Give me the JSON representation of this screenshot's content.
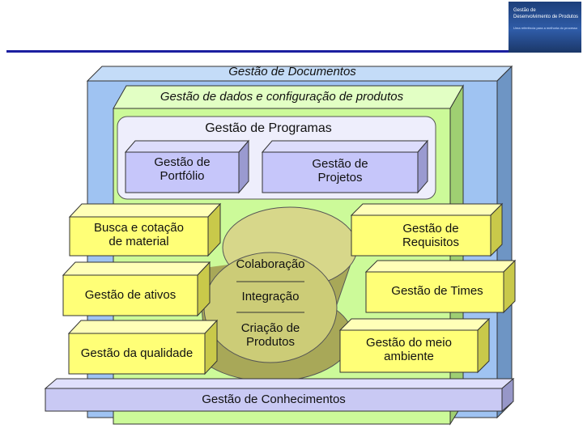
{
  "logo": {
    "line1": "Gestão de",
    "line2": "Desenvolvimento de Produtos",
    "line3": "Uma referência para a melhoria do processo"
  },
  "diagram": {
    "documents": "Gestão de Documentos",
    "product_data": "Gestão de dados e configuração de produtos",
    "programs": "Gestão de Programas",
    "portfolio": [
      "Gestão de",
      "Portfólio"
    ],
    "projects": [
      "Gestão de",
      "Projetos"
    ],
    "sourcing": [
      "Busca e cotação",
      "de material"
    ],
    "assets": "Gestão de ativos",
    "quality": "Gestão da qualidade",
    "requirements": [
      "Gestão de",
      "Requisitos"
    ],
    "teams": "Gestão de Times",
    "environment": [
      "Gestão do meio",
      "ambiente"
    ],
    "collaboration": "Colaboração",
    "integration": "Integração",
    "creation": [
      "Criação de",
      "Produtos"
    ],
    "knowledge": "Gestão de Conhecimentos"
  },
  "colors": {
    "documents_blue": "#9fc3f2",
    "product_green": "#ccfa99",
    "program_purple": "#c6c6fa",
    "module_yellow": "#ffff77",
    "cylinder_olive": "#cccc77",
    "knowledge_lavender": "#c9c9f4",
    "header_rule": "#1b1fa0"
  }
}
